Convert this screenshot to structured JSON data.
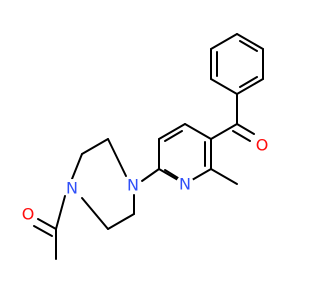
{
  "atoms": [
    {
      "id": "o_acetyl",
      "label": "O",
      "color": "#ff0d0d"
    },
    {
      "id": "n_piperazine_left",
      "label": "N",
      "color": "#3050f8"
    },
    {
      "id": "n_piperazine_right",
      "label": "N",
      "color": "#3050f8"
    },
    {
      "id": "n_pyridine",
      "label": "N",
      "color": "#3050f8"
    },
    {
      "id": "o_ketone",
      "label": "O",
      "color": "#ff0d0d"
    }
  ],
  "colors": {
    "bond": "#000000",
    "background": "#ffffff"
  }
}
